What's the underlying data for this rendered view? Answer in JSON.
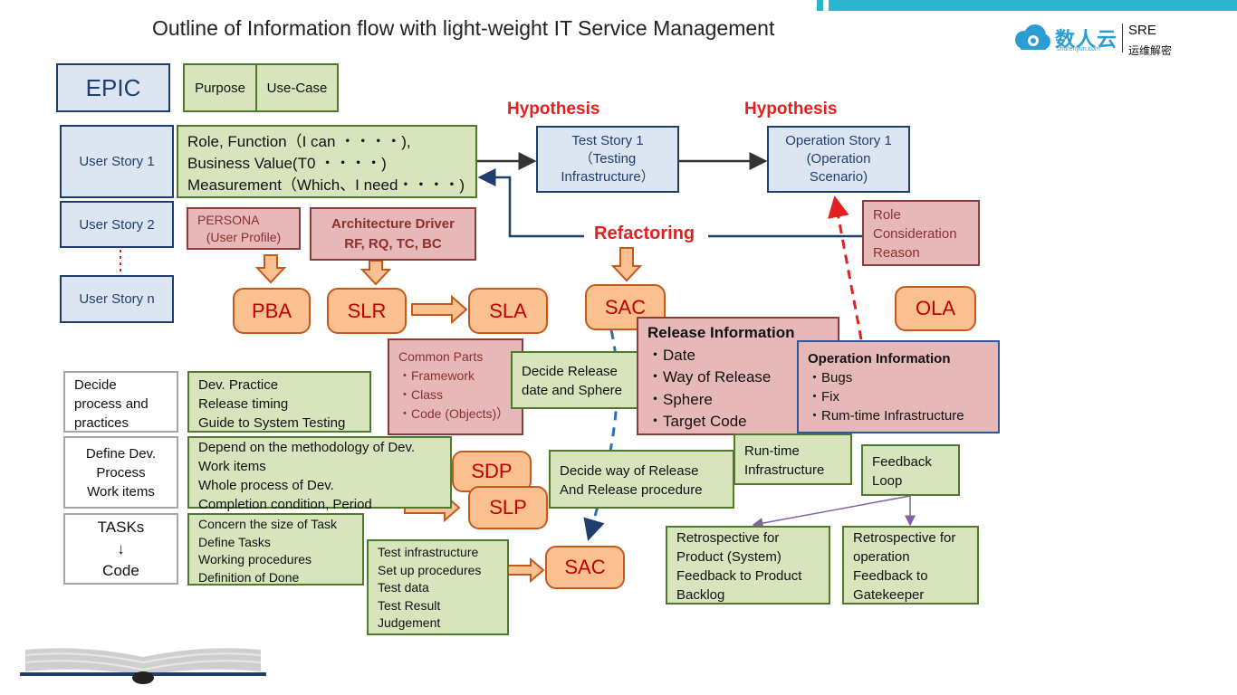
{
  "title": "Outline of Information flow with light-weight IT Service Management",
  "logo": {
    "name": "数人云",
    "url": "shurenyun.com",
    "tag": "SRE",
    "sub": "运维解密"
  },
  "epic": "EPIC",
  "purpose": "Purpose",
  "use_case": "Use-Case",
  "user_story_1": "User Story   1",
  "user_story_2": "User Story   2",
  "user_story_n": "User Story   n",
  "story_detail": [
    "Role, Function（I can ・・・・),",
    "Business Value(T0 ・・・・)",
    "Measurement（Which、I need・・・・)"
  ],
  "hypothesis_1": "Hypothesis",
  "hypothesis_2": "Hypothesis",
  "test_story": [
    "Test Story   1",
    "（Testing",
    "Infrastructure）"
  ],
  "operation_story": [
    "Operation Story   1",
    "(Operation",
    "Scenario)"
  ],
  "persona": [
    "PERSONA",
    "(User Profile)"
  ],
  "arch_driver": [
    "Architecture Driver",
    "RF, RQ, TC, BC"
  ],
  "refactoring": "Refactoring",
  "role_reason": [
    "Role",
    "Consideration",
    "Reason"
  ],
  "pba": "PBA",
  "slr": "SLR",
  "sla": "SLA",
  "sac_top": "SAC",
  "ola": "OLA",
  "release_info": {
    "title": "Release Information",
    "items": [
      "・Date",
      "・Way of Release",
      "・Sphere",
      "・Target Code"
    ]
  },
  "operation_info": {
    "title": "Operation Information",
    "items": [
      "・Bugs",
      "・Fix",
      "・Rum-time Infrastructure"
    ]
  },
  "common_parts": [
    "Common Parts",
    "・Framework",
    "・Class",
    "・Code (Objects)）"
  ],
  "decide_release": [
    "Decide Release",
    "date and Sphere"
  ],
  "decide_process": [
    "Decide",
    "process and",
    "practices"
  ],
  "dev_practice": [
    "Dev. Practice",
    "Release timing",
    "Guide to System Testing"
  ],
  "define_dev": [
    "Define Dev.",
    "Process",
    "Work items"
  ],
  "methodology": [
    "Depend on the methodology of Dev.",
    "Work items",
    "Whole process of Dev.",
    "Completion condition, Period"
  ],
  "sdp": "SDP",
  "slp": "SLP",
  "decide_way": [
    "Decide way of Release",
    "And Release procedure"
  ],
  "runtime_infra": [
    "Run-time",
    "Infrastructure"
  ],
  "feedback_loop": [
    "Feedback",
    "Loop"
  ],
  "tasks": [
    "TASKs",
    "↓",
    "Code"
  ],
  "concern": [
    "Concern the size of Task",
    "Define Tasks",
    "Working procedures",
    "Definition of Done"
  ],
  "test_infra": [
    "Test infrastructure",
    "Set up procedures",
    "Test data",
    "Test Result",
    "Judgement"
  ],
  "sac_bottom": "SAC",
  "retro_product": [
    "Retrospective for",
    "Product (System)",
    "Feedback to Product",
    "Backlog"
  ],
  "retro_operation": [
    "Retrospective for",
    "operation",
    "Feedback to",
    "Gatekeeper"
  ],
  "colors": {
    "accent_bar": "#2cb5cf",
    "blue_fill": "#dce6f2",
    "green_fill": "#d8e4bc",
    "pink_fill": "#e6b9b8",
    "orange_fill": "#fac090",
    "red_text": "#e32020"
  }
}
